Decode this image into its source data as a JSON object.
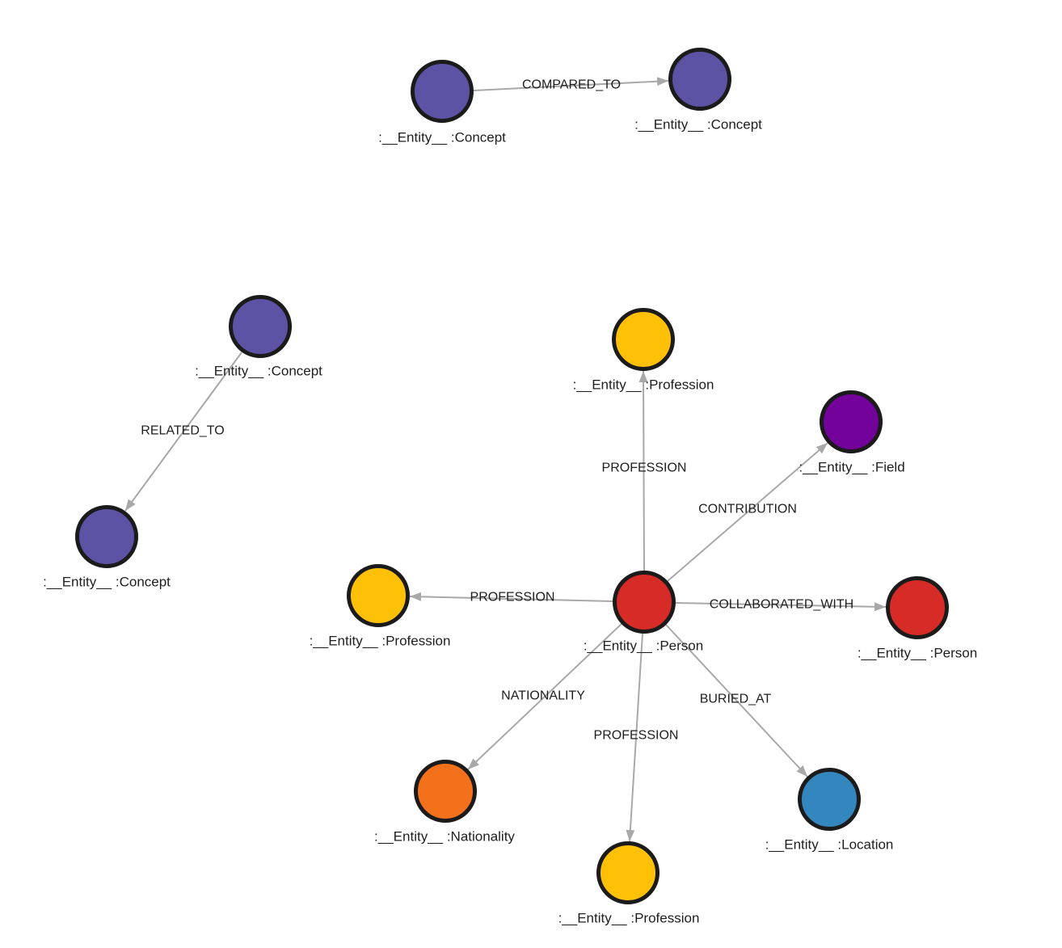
{
  "canvas": {
    "background": "#FFFFFF"
  },
  "palette": {
    "concept": "#5D53A5",
    "profession": "#FEC107",
    "person": "#D62B26",
    "field": "#72029A",
    "nationality": "#F4711C",
    "location": "#3486BE",
    "node_border": "#1B1B1B",
    "edge": "#A8A8A8",
    "label_text": "#1E1E1E"
  },
  "nodes": [
    {
      "type": "Concept",
      "caption": ":__Entity__ :Concept"
    },
    {
      "type": "Concept",
      "caption": ":__Entity__ :Concept"
    },
    {
      "type": "Concept",
      "caption": ":__Entity__ :Concept"
    },
    {
      "type": "Concept",
      "caption": ":__Entity__ :Concept"
    },
    {
      "type": "Profession",
      "caption": ":__Entity__ :Profession"
    },
    {
      "type": "Field",
      "caption": ":__Entity__ :Field"
    },
    {
      "type": "Person",
      "caption": ":__Entity__ :Person"
    },
    {
      "type": "Person",
      "caption": ":__Entity__ :Person"
    },
    {
      "type": "Profession",
      "caption": ":__Entity__ :Profession"
    },
    {
      "type": "Nationality",
      "caption": ":__Entity__ :Nationality"
    },
    {
      "type": "Profession",
      "caption": ":__Entity__ :Profession"
    },
    {
      "type": "Location",
      "caption": ":__Entity__ :Location"
    }
  ],
  "edges": [
    {
      "label": "COMPARED_TO"
    },
    {
      "label": "RELATED_TO"
    },
    {
      "label": "PROFESSION"
    },
    {
      "label": "CONTRIBUTION"
    },
    {
      "label": "COLLABORATED_WITH"
    },
    {
      "label": "PROFESSION"
    },
    {
      "label": "NATIONALITY"
    },
    {
      "label": "PROFESSION"
    },
    {
      "label": "BURIED_AT"
    }
  ]
}
